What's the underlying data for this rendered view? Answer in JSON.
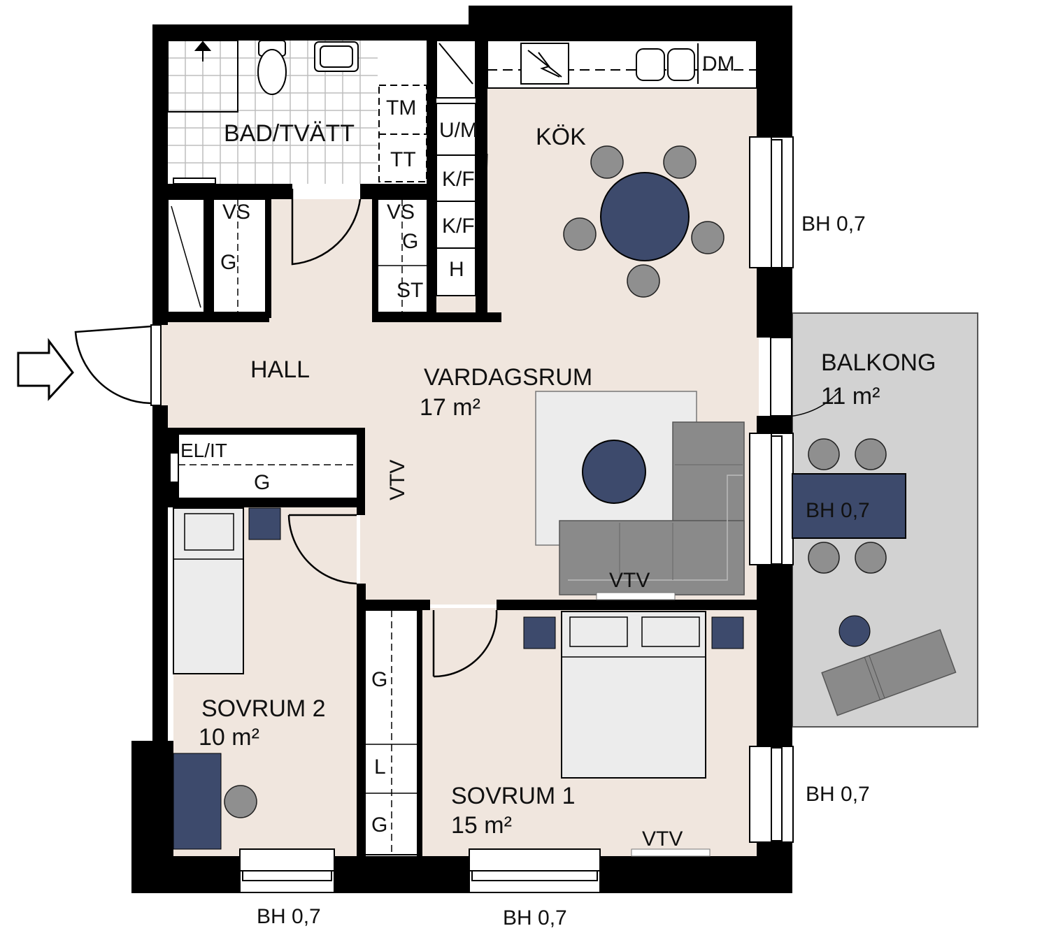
{
  "colors": {
    "wall": "#000000",
    "floor": "#f0e6de",
    "balcony": "#d2d2d2",
    "accent_navy": "#3d4a6c",
    "furniture_gray": "#8a8a8a",
    "light_gray": "#ececec",
    "chair_gray": "#8f8f8f"
  },
  "rooms": {
    "bad": "BAD/TVÄTT",
    "kok": "KÖK",
    "hall": "HALL",
    "vardagsrum": "VARDAGSRUM",
    "vardagsrum_area": "17 m²",
    "balkong": "BALKONG",
    "balkong_area": "11 m²",
    "sovrum2": "SOVRUM 2",
    "sovrum2_area": "10 m²",
    "sovrum1": "SOVRUM 1",
    "sovrum1_area": "15 m²"
  },
  "fixtures": {
    "tm": "TM",
    "tt": "TT",
    "um": "U/M",
    "kf1": "K/F",
    "kf2": "K/F",
    "h": "H",
    "dm": "DM",
    "vs1": "VS",
    "g1": "G",
    "vs2": "VS",
    "g2": "G",
    "st": "ST",
    "elit": "EL/IT",
    "g3": "G",
    "vtv_hall": "VTV",
    "vtv_living": "VTV",
    "vtv_sovrum1": "VTV",
    "g4": "G",
    "l": "L",
    "g5": "G"
  },
  "windows": {
    "kok": "BH 0,7",
    "balkong": "BH 0,7",
    "sovrum1": "BH 0,7",
    "sovrum2_bottom": "BH 0,7",
    "sovrum1_bottom": "BH 0,7"
  },
  "icons": {
    "entrance": "entrance-arrow-icon"
  }
}
